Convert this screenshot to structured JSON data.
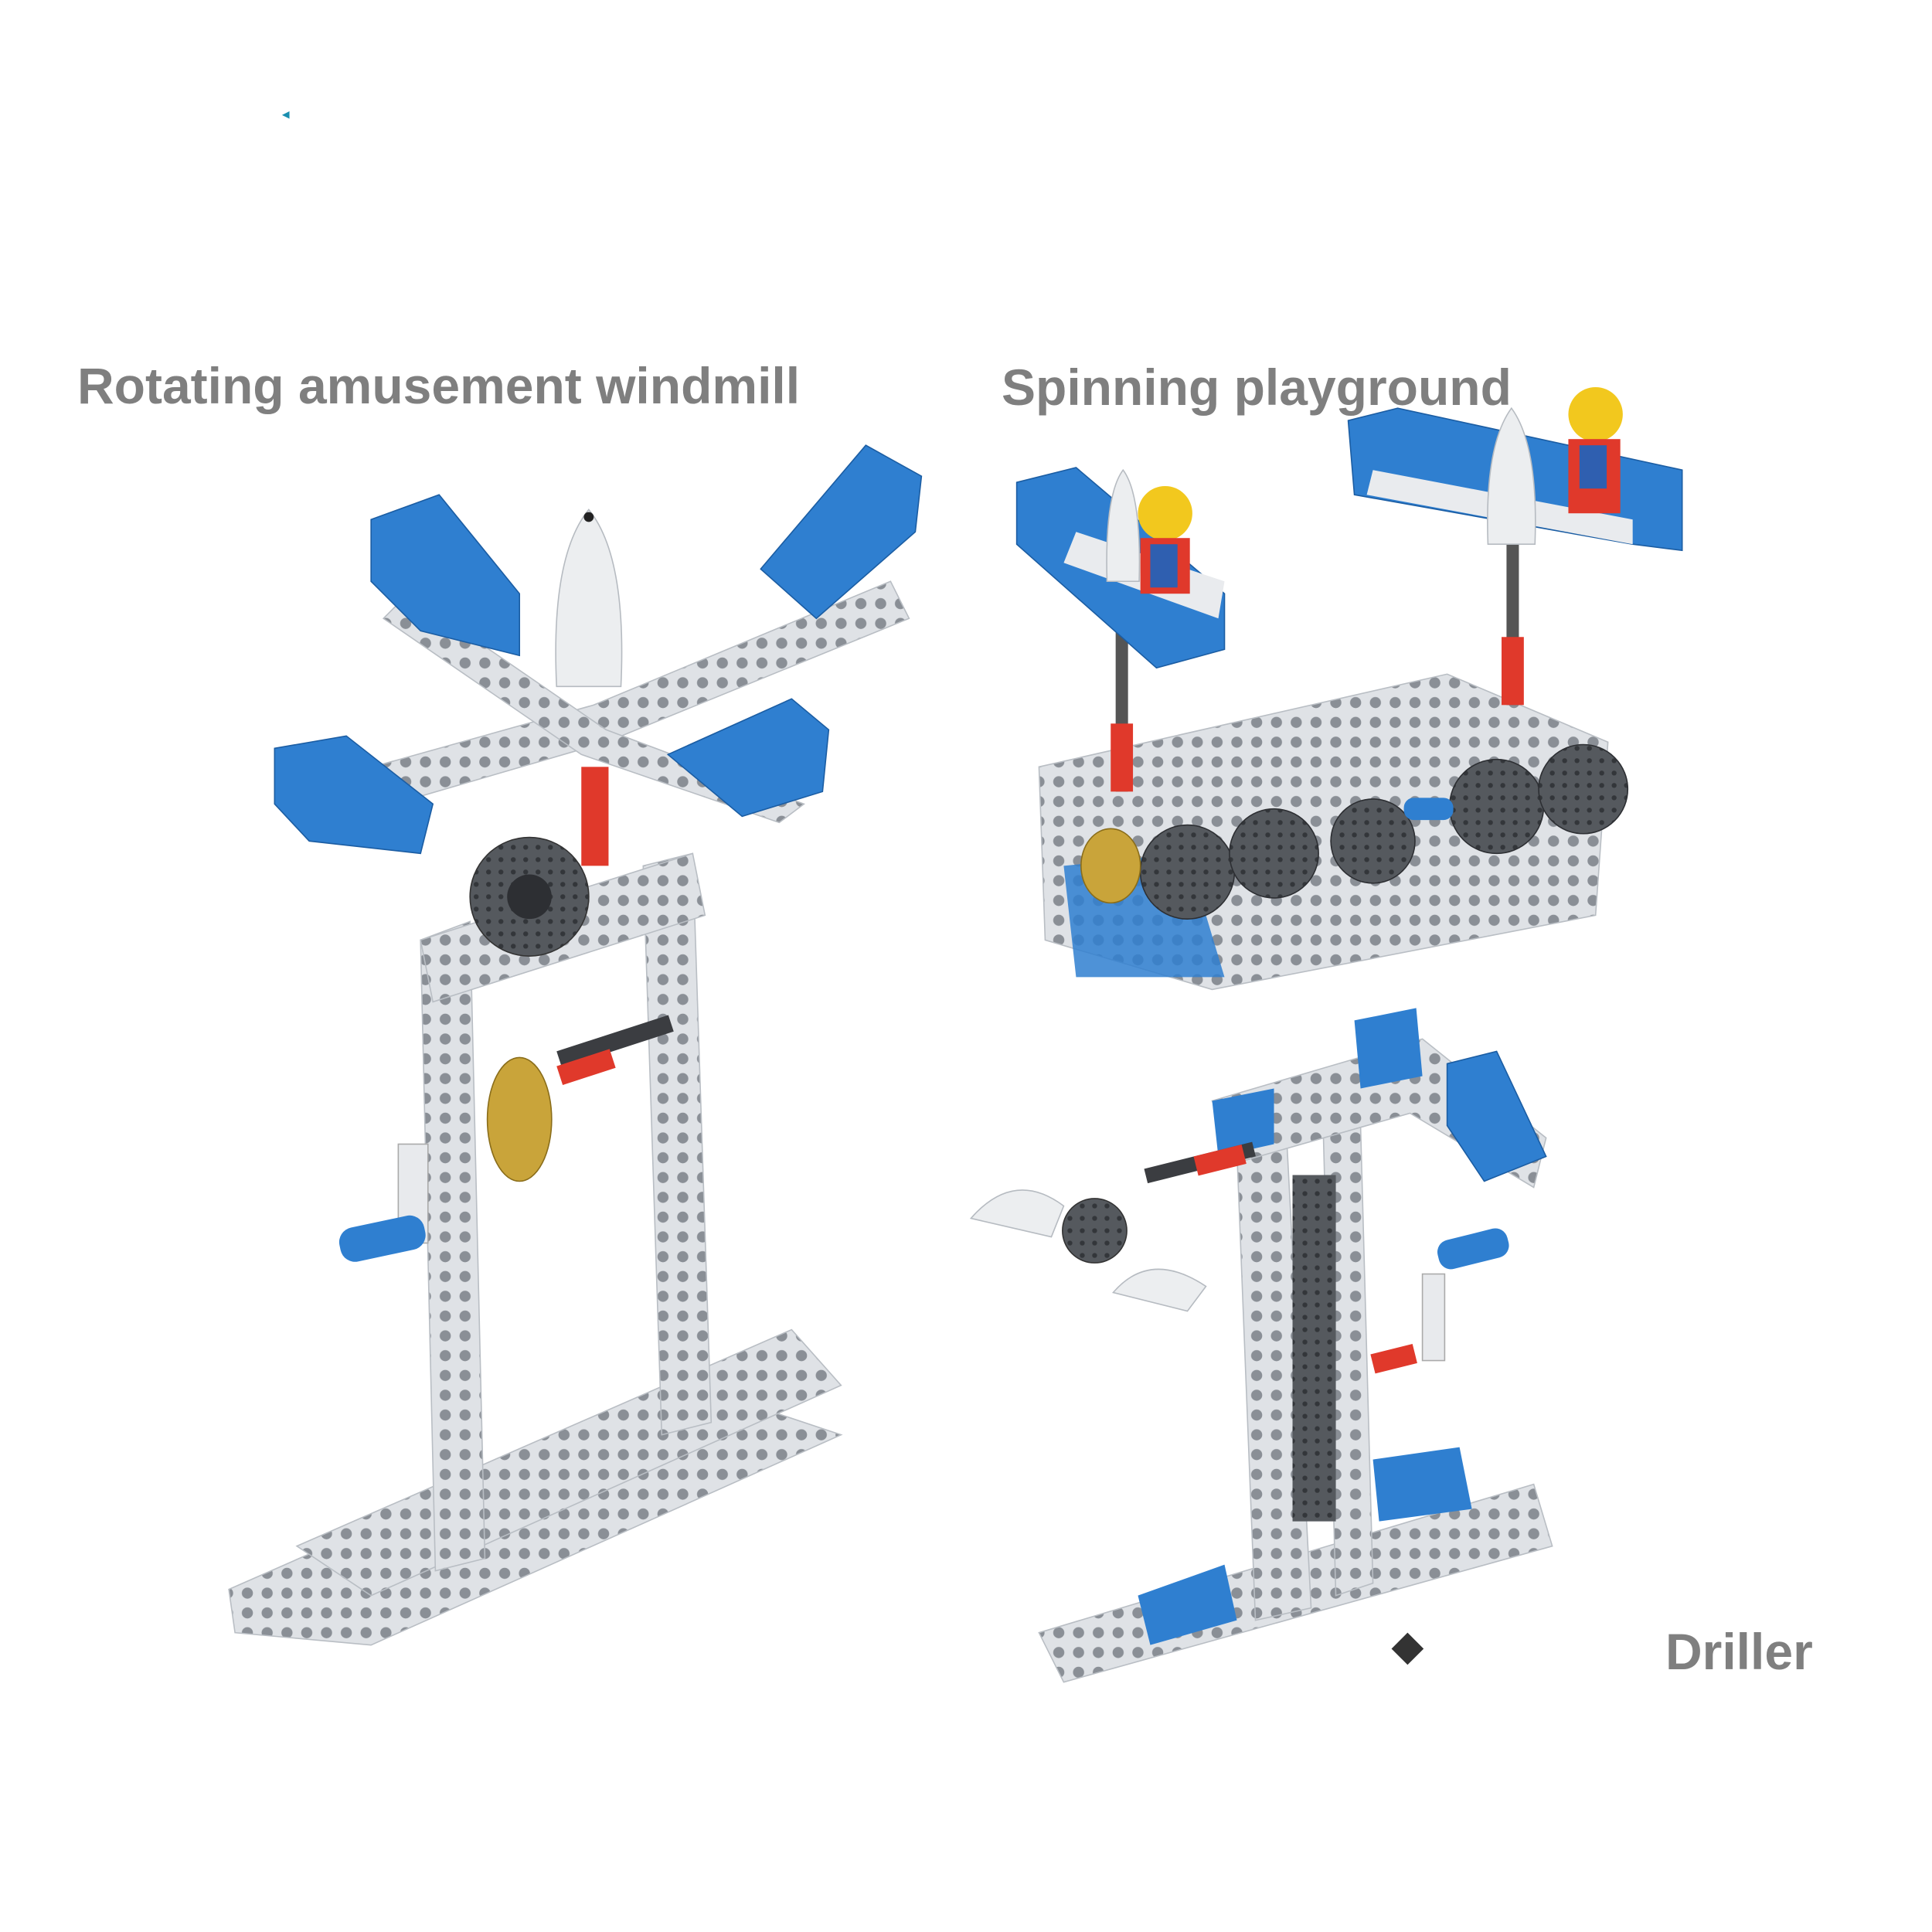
{
  "labels": {
    "windmill": "Rotating amusement windmill",
    "playground": "Spinning playground",
    "driller": "Driller"
  },
  "colors": {
    "label_text": "#7f7f7f",
    "brick_blue": "#2f7fd0",
    "brick_grey": "#d9dde2",
    "axle_red": "#e0392b",
    "gear_dark": "#4a4d52",
    "gear_gold": "#c9a43a",
    "figure_yellow": "#f2c81e"
  }
}
